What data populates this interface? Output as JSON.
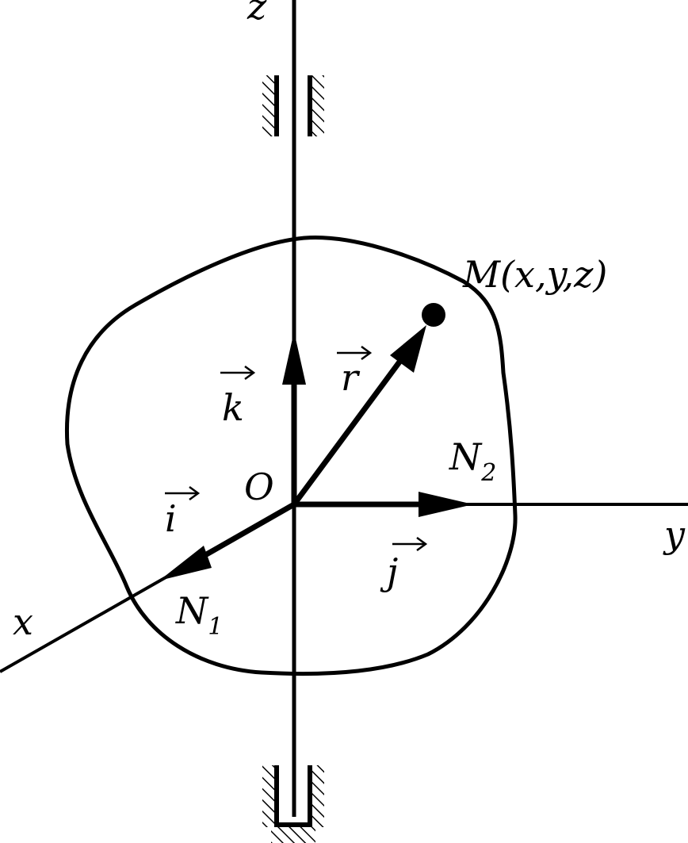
{
  "labels": {
    "axis_z": "z",
    "axis_y": "y",
    "axis_x": "x",
    "origin": "O",
    "unit_k": "k",
    "unit_i": "i",
    "unit_j": "j",
    "radius_vector": "r",
    "point_m": "M(x,y,z)",
    "n1_letter": "N",
    "n1_index": "1",
    "n2_letter": "N",
    "n2_index": "2"
  }
}
